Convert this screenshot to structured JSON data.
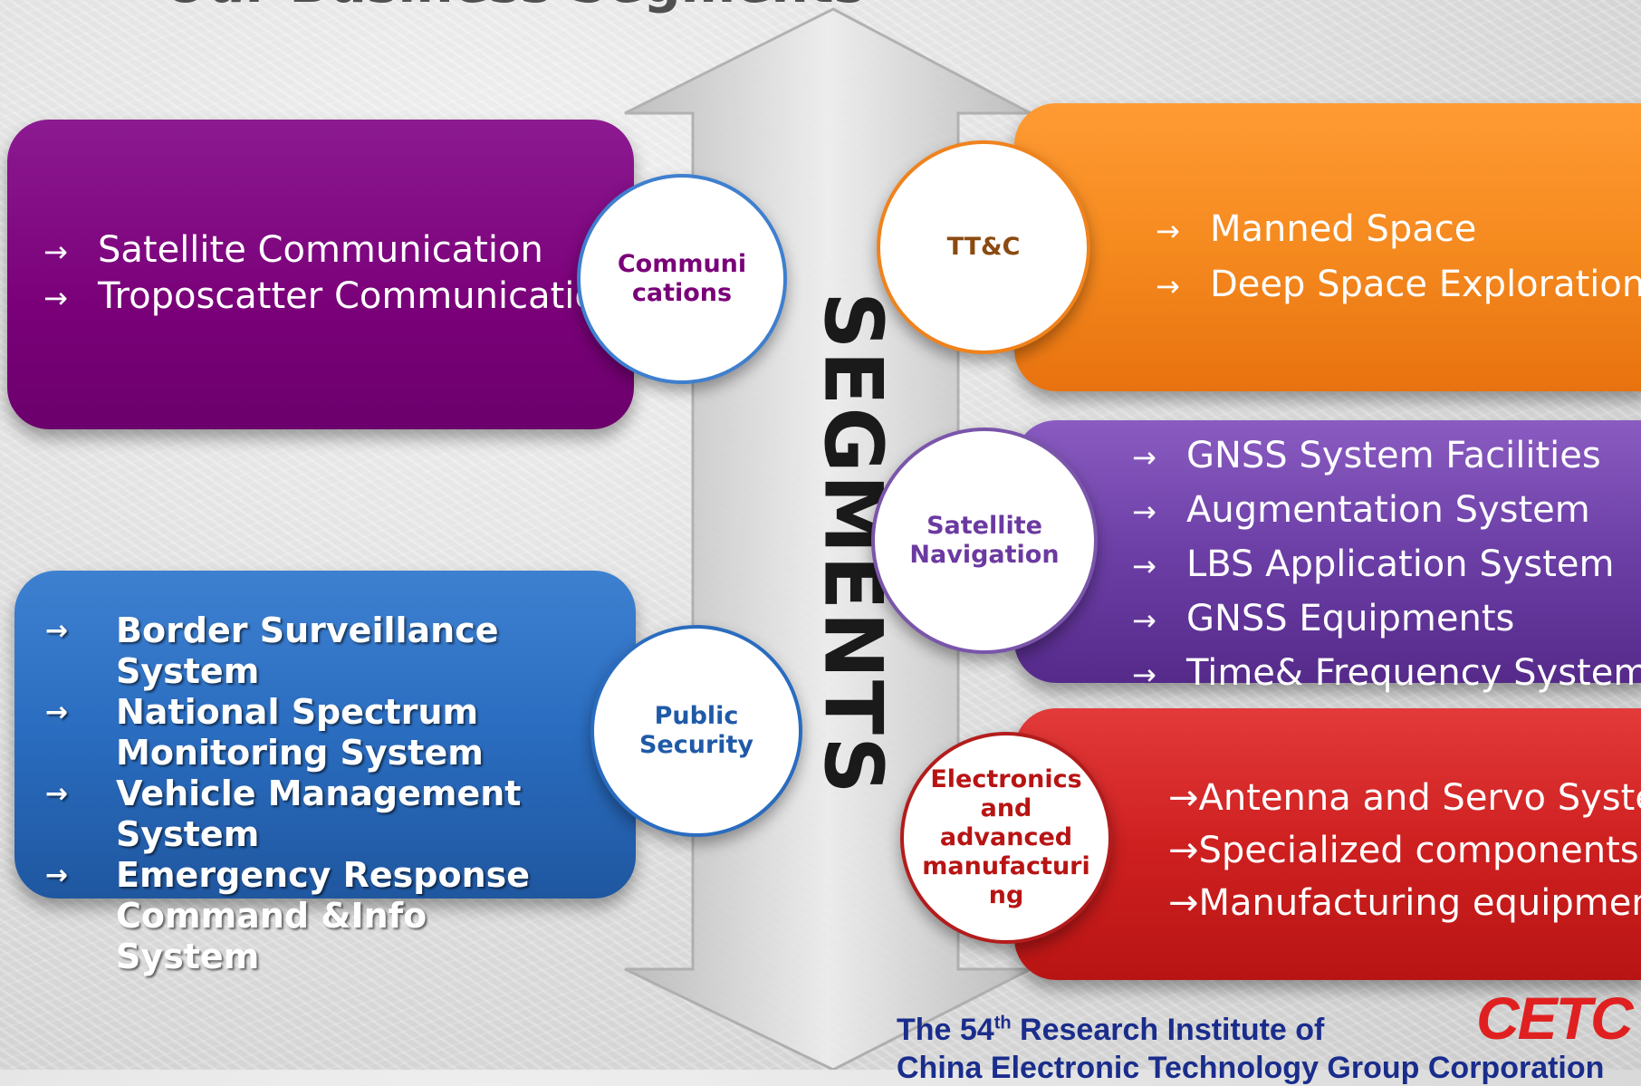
{
  "top_title": "Our Business Segments",
  "center_label": "SEGMENTS",
  "segments": {
    "communications": {
      "circle_line1": "Communi",
      "circle_line2": "cations",
      "items": [
        "Satellite Communication",
        "Troposcatter Communication"
      ],
      "arrow": "→"
    },
    "public_security": {
      "circle_line1": "Public",
      "circle_line2": "Security",
      "items": [
        "Border Surveillance System",
        "National Spectrum Monitoring System",
        "Vehicle Management System",
        "Emergency Response Command &Info System"
      ],
      "arrow": "→"
    },
    "ttc": {
      "circle_label": "TT&C",
      "items": [
        "Manned Space",
        "Deep Space Exploration"
      ],
      "arrow": "→"
    },
    "satellite_navigation": {
      "circle_line1": "Satellite",
      "circle_line2": "Navigation",
      "items": [
        "GNSS System Facilities",
        "Augmentation System",
        "LBS Application System",
        "GNSS Equipments",
        "Time& Frequency System"
      ],
      "arrow": "→"
    },
    "electronics": {
      "circle_lines": [
        "Electronics",
        "and",
        "advanced",
        "manufacturi",
        "ng"
      ],
      "items": [
        "→Antenna and Servo System",
        "→Specialized components",
        "→Manufacturing equipments"
      ]
    }
  },
  "footer": {
    "line1_prefix": "The 54",
    "line1_sup": "th",
    "line1_suffix": " Research Institute of",
    "line2": "China Electronic Technology Group Corporation"
  },
  "logo_text": "CETC",
  "colors": {
    "communications": "#7a0079",
    "public_security": "#2a6cbf",
    "ttc": "#f58a1f",
    "satellite_navigation": "#6c3fa6",
    "electronics": "#cf2020",
    "footer_text": "#1a2d8c",
    "logo": "#e02020"
  }
}
